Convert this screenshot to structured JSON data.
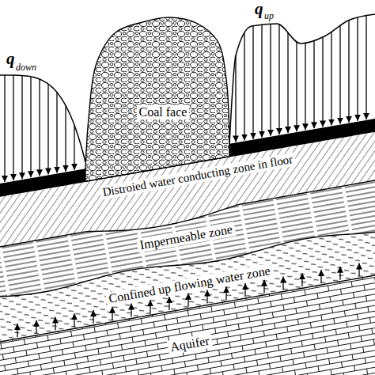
{
  "diagram": {
    "nodes": [
      {
        "text": [
          "Coal face"
        ]
      },
      {
        "text": [
          "Distroied water conducting zone in floor"
        ]
      },
      {
        "text": [
          "Impermeable zone"
        ]
      },
      {
        "text": [
          "Confined up flowing water zone"
        ]
      },
      {
        "text": [
          "Aquifer"
        ]
      }
    ],
    "labels": [
      "q",
      "down",
      "q",
      "up"
    ]
  }
}
